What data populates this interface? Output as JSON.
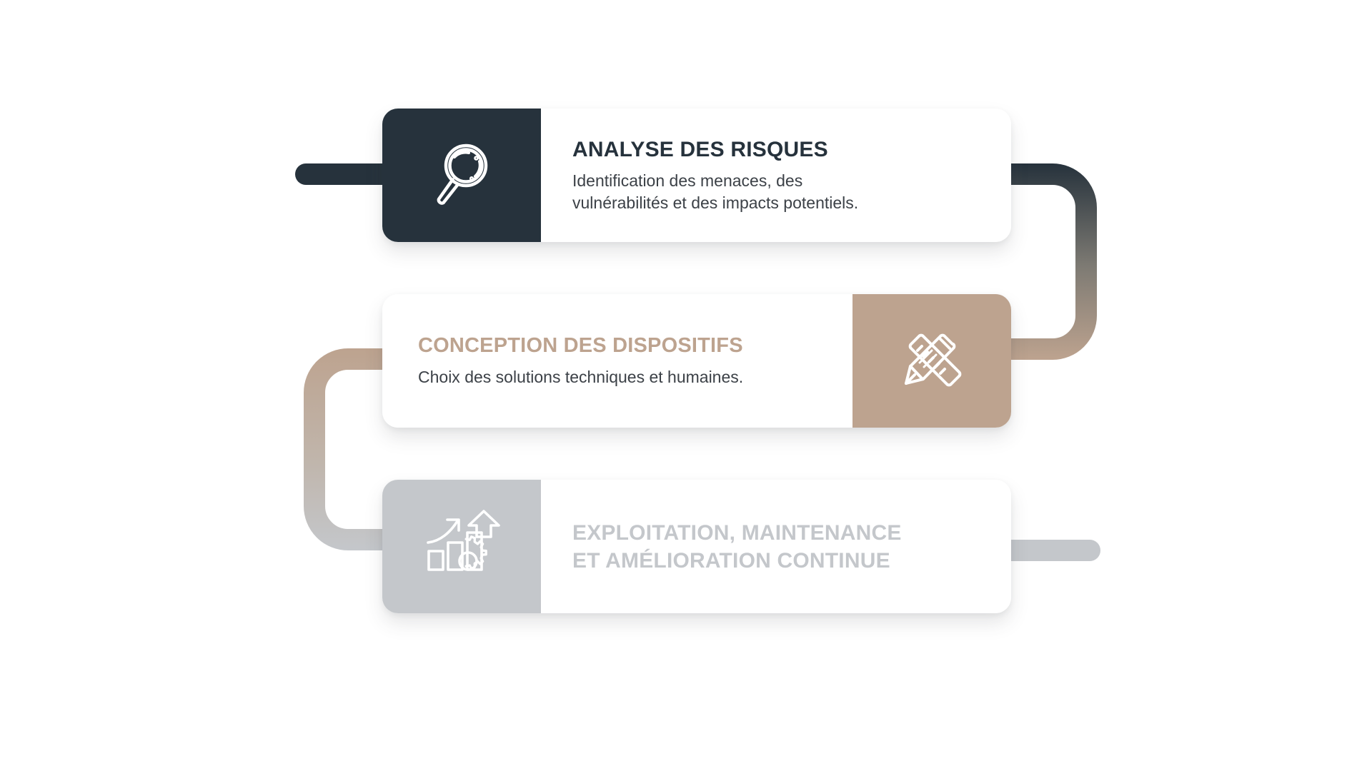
{
  "palette": {
    "dark_navy": "#26323c",
    "tan": "#bda38f",
    "grey": "#c4c7cb",
    "body_text": "#3c4147",
    "background": "#ffffff"
  },
  "steps": [
    {
      "id": "analyse-des-risques",
      "order": 1,
      "title": "ANALYSE DES RISQUES",
      "description_line1": "Identification des menaces, des",
      "description_line2": "vulnérabilités et des impacts potentiels.",
      "icon": "magnifying-glass-icon",
      "icon_side": "left",
      "accent_color": "#26323c"
    },
    {
      "id": "conception-des-dispositifs",
      "order": 2,
      "title": "CONCEPTION DES DISPOSITIFS",
      "description_line1": "Choix des solutions techniques et humaines.",
      "description_line2": "",
      "icon": "pencil-ruler-icon",
      "icon_side": "right",
      "accent_color": "#bda38f"
    },
    {
      "id": "exploitation-maintenance-amelioration",
      "order": 3,
      "title_line1": "EXPLOITATION, MAINTENANCE",
      "title_line2": "ET AMÉLIORATION CONTINUE",
      "description_line1": "",
      "description_line2": "",
      "icon": "growth-chart-gear-icon",
      "icon_side": "left",
      "accent_color": "#c4c7cb"
    }
  ],
  "connectors": [
    {
      "id": "stub-left-top",
      "shape": "horizontal-stub",
      "color_from": "#26323c",
      "color_to": "#26323c"
    },
    {
      "id": "bracket-right",
      "shape": "right-bracket",
      "color_from": "#26323c",
      "color_to": "#bda38f"
    },
    {
      "id": "bracket-left",
      "shape": "left-bracket",
      "color_from": "#bda38f",
      "color_to": "#c4c7cb"
    },
    {
      "id": "stub-right-bottom",
      "shape": "horizontal-stub",
      "color_from": "#c4c7cb",
      "color_to": "#c4c7cb"
    }
  ]
}
